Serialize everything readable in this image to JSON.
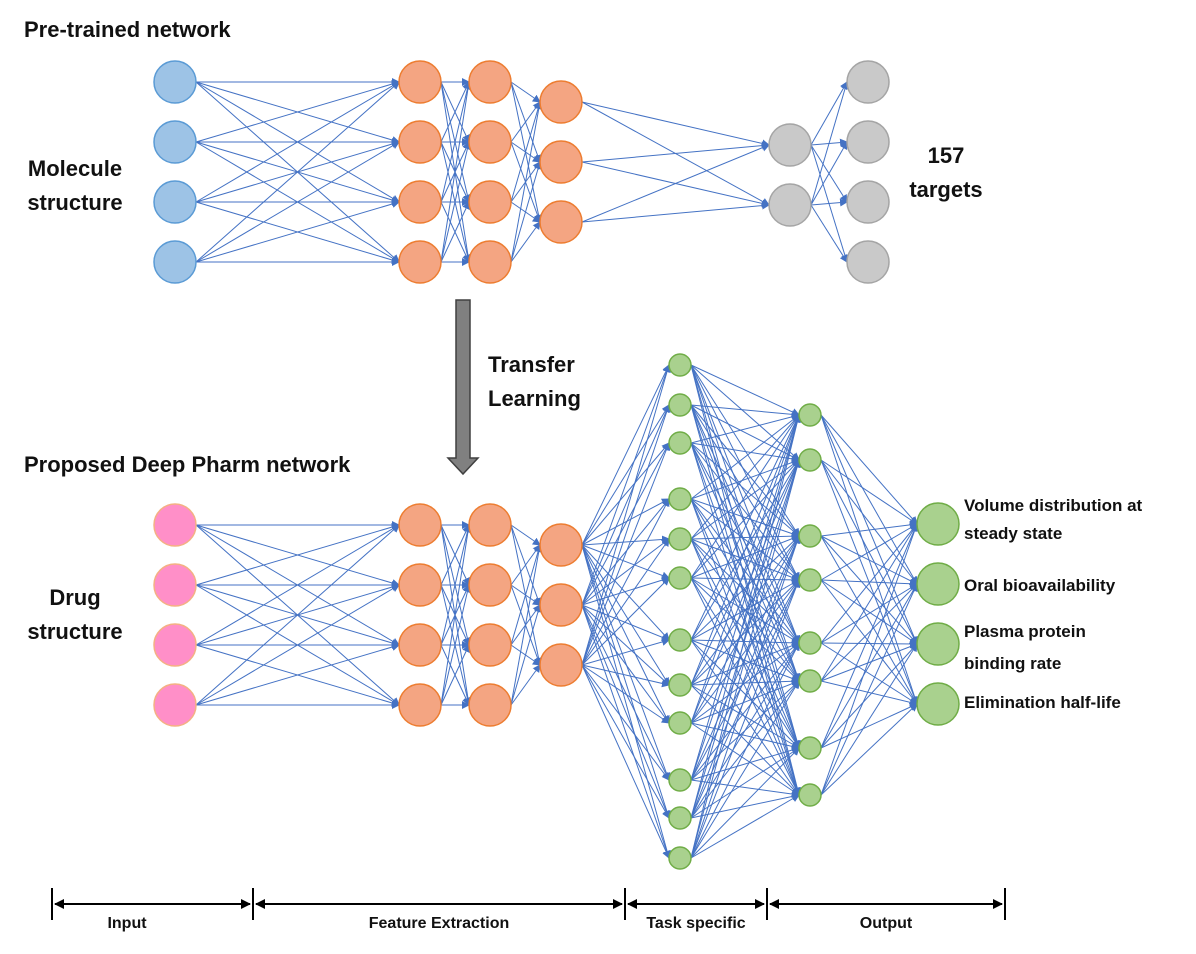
{
  "titles": {
    "pretrained": "Pre-trained network",
    "proposed": "Proposed Deep Pharm network"
  },
  "labels": {
    "molecule_1": "Molecule",
    "molecule_2": "structure",
    "drug_1": "Drug",
    "drug_2": "structure",
    "targets_1": "157",
    "targets_2": "targets",
    "transfer_1": "Transfer",
    "transfer_2": "Learning"
  },
  "outputs": [
    "Volume distribution at",
    "steady state",
    "Oral bioavailability",
    "Plasma protein",
    "binding rate",
    "Elimination half-life"
  ],
  "sections": [
    "Input",
    "Feature Extraction",
    "Task specific",
    "Output"
  ],
  "colors": {
    "edge": "#4472c4",
    "input_top_fill": "#9dc3e6",
    "input_top_stroke": "#5b9bd5",
    "input_bottom_fill": "#ff8fc8",
    "input_bottom_stroke": "#f4b183",
    "feature_fill": "#f4a582",
    "feature_stroke": "#ed7d31",
    "gray_fill": "#c9c9c9",
    "gray_stroke": "#a5a5a5",
    "green_fill": "#a9d18e",
    "green_stroke": "#70ad47",
    "arrow_fill": "#808080",
    "arrow_stroke": "#404040",
    "bracket": "#000000"
  }
}
